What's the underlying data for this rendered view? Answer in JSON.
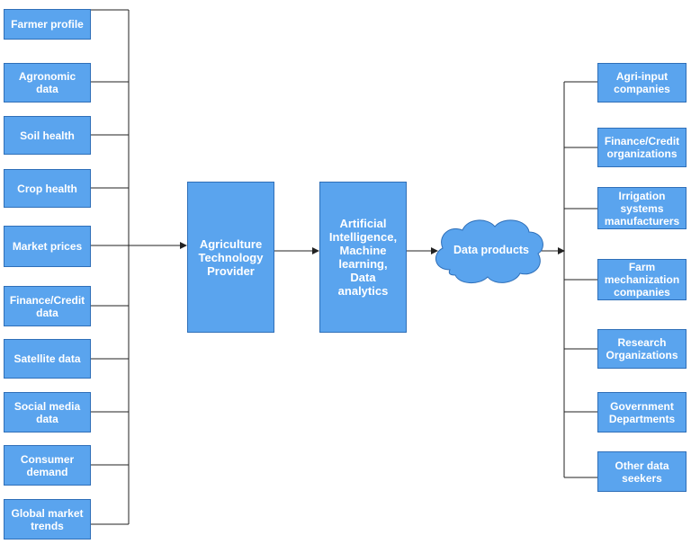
{
  "colors": {
    "box_fill": "#5aa4ee",
    "box_border": "#2f6fb8",
    "line": "#222222",
    "text": "#ffffff"
  },
  "data_sources": [
    "Farmer profile",
    "Agronomic data",
    "Soil health",
    "Crop health",
    "Market prices",
    "Finance/Credit data",
    "Satellite data",
    "Social media data",
    "Consumer demand",
    "Global market trends"
  ],
  "provider": "Agriculture Technology Provider",
  "analytics": "Artificial Intelligence, Machine learning, Data analytics",
  "output": "Data products",
  "data_seekers": [
    "Agri-input companies",
    "Finance/Credit organizations",
    "Irrigation systems manufacturers",
    "Farm mechanization companies",
    "Research Organizations",
    "Government Departments",
    "Other data seekers"
  ]
}
